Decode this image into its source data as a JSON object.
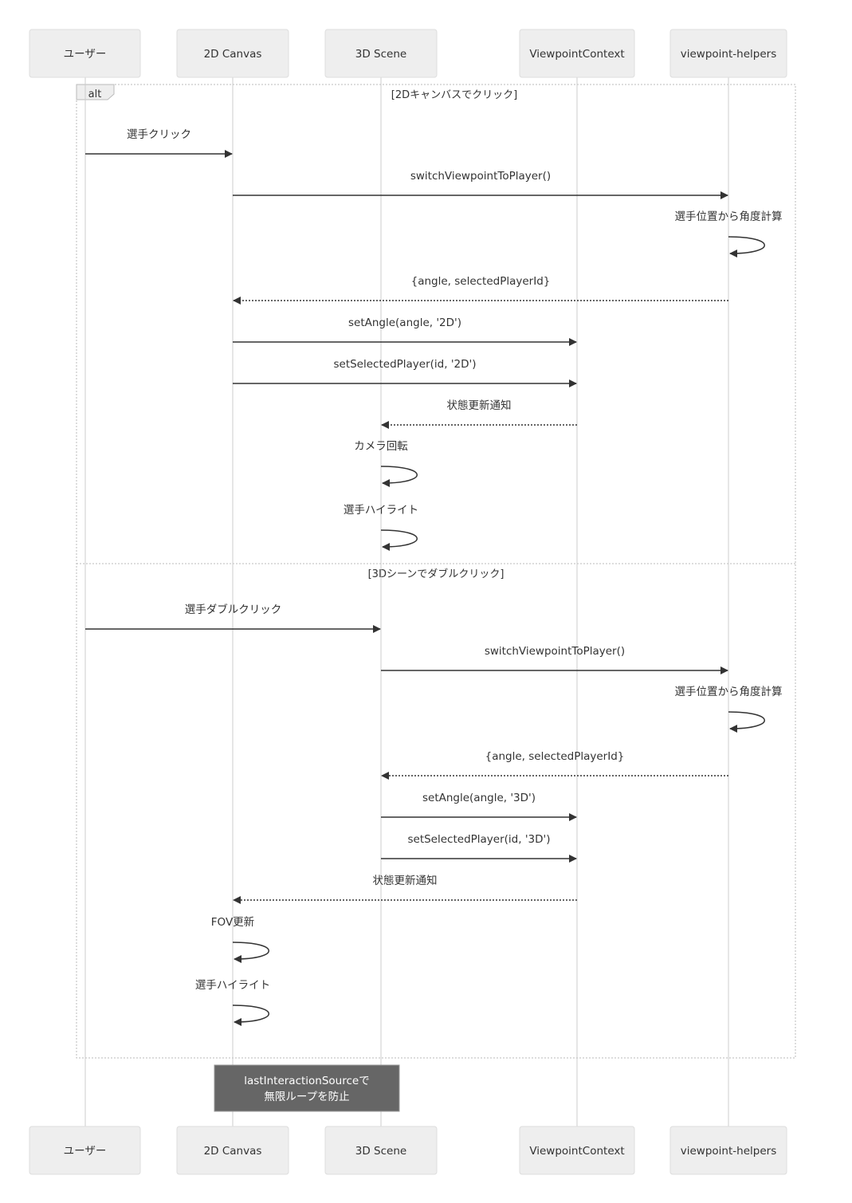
{
  "participants": [
    {
      "id": "user",
      "label": "ユーザー"
    },
    {
      "id": "canvas2d",
      "label": "2D Canvas"
    },
    {
      "id": "scene3d",
      "label": "3D Scene"
    },
    {
      "id": "vc",
      "label": "ViewpointContext"
    },
    {
      "id": "helpers",
      "label": "viewpoint-helpers"
    }
  ],
  "alt": {
    "label": "alt",
    "sections": [
      {
        "condition": "[2Dキャンバスでクリック]"
      },
      {
        "condition": "[3Dシーンでダブルクリック]"
      }
    ]
  },
  "messages": [
    {
      "from": "user",
      "to": "canvas2d",
      "label": "選手クリック",
      "style": "solid"
    },
    {
      "from": "canvas2d",
      "to": "helpers",
      "label": "switchViewpointToPlayer()",
      "style": "solid"
    },
    {
      "from": "helpers",
      "to": "helpers",
      "label": "選手位置から角度計算",
      "style": "solid"
    },
    {
      "from": "helpers",
      "to": "canvas2d",
      "label": "{angle, selectedPlayerId}",
      "style": "dotted"
    },
    {
      "from": "canvas2d",
      "to": "vc",
      "label": "setAngle(angle, '2D')",
      "style": "solid"
    },
    {
      "from": "canvas2d",
      "to": "vc",
      "label": "setSelectedPlayer(id, '2D')",
      "style": "solid"
    },
    {
      "from": "vc",
      "to": "scene3d",
      "label": "状態更新通知",
      "style": "dotted"
    },
    {
      "from": "scene3d",
      "to": "scene3d",
      "label": "カメラ回転",
      "style": "solid"
    },
    {
      "from": "scene3d",
      "to": "scene3d",
      "label": "選手ハイライト",
      "style": "solid"
    },
    {
      "from": "user",
      "to": "scene3d",
      "label": "選手ダブルクリック",
      "style": "solid"
    },
    {
      "from": "scene3d",
      "to": "helpers",
      "label": "switchViewpointToPlayer()",
      "style": "solid"
    },
    {
      "from": "helpers",
      "to": "helpers",
      "label": "選手位置から角度計算",
      "style": "solid"
    },
    {
      "from": "helpers",
      "to": "scene3d",
      "label": "{angle, selectedPlayerId}",
      "style": "dotted"
    },
    {
      "from": "scene3d",
      "to": "vc",
      "label": "setAngle(angle, '3D')",
      "style": "solid"
    },
    {
      "from": "scene3d",
      "to": "vc",
      "label": "setSelectedPlayer(id, '3D')",
      "style": "solid"
    },
    {
      "from": "vc",
      "to": "canvas2d",
      "label": "状態更新通知",
      "style": "dotted"
    },
    {
      "from": "canvas2d",
      "to": "canvas2d",
      "label": "FOV更新",
      "style": "solid"
    },
    {
      "from": "canvas2d",
      "to": "canvas2d",
      "label": "選手ハイライト",
      "style": "solid"
    }
  ],
  "note": {
    "lines": [
      "lastInteractionSourceで",
      "無限ループを防止"
    ]
  },
  "colors": {
    "actor_fill": "#eeeeee",
    "line": "#333333",
    "lifeline": "#cccccc",
    "note_fill": "#666666",
    "note_text": "#ffffff"
  }
}
